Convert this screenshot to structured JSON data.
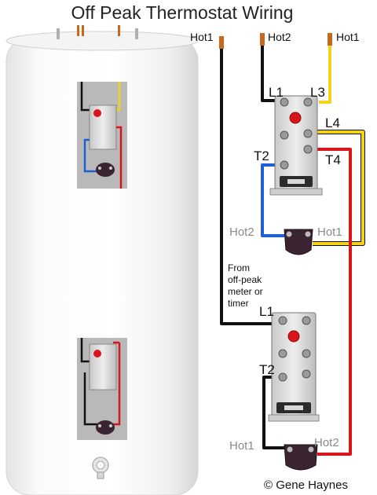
{
  "title": "Off Peak Thermostat Wiring",
  "labels": {
    "hot1_left": "Hot1",
    "hot2_top": "Hot2",
    "hot1_top_right": "Hot1",
    "upper_L1": "L1",
    "upper_L3": "L3",
    "upper_L4": "L4",
    "upper_T2": "T2",
    "upper_T4": "T4",
    "upper_element_hot2": "Hot2",
    "upper_element_hot1": "Hot1",
    "note_line1": "From",
    "note_line2": "off-peak",
    "note_line3": "meter or",
    "note_line4": "timer",
    "lower_L1": "L1",
    "lower_T2": "T2",
    "lower_element_hot1": "Hot1",
    "lower_element_hot2": "Hot2",
    "copyright": "© Gene Haynes"
  },
  "colors": {
    "wire_black": "#111111",
    "wire_yellow": "#f2d21a",
    "wire_red": "#d9151b",
    "wire_blue": "#1f5fd6",
    "wire_tip": "#c8681c",
    "thermostat_body": "#dadada",
    "thermostat_red_button": "#d9151b",
    "element_body": "#3b2431",
    "label_gray": "#8a8a8a",
    "tank_edge": "#cfcfcf",
    "panel_gray": "#b9b9b9"
  }
}
